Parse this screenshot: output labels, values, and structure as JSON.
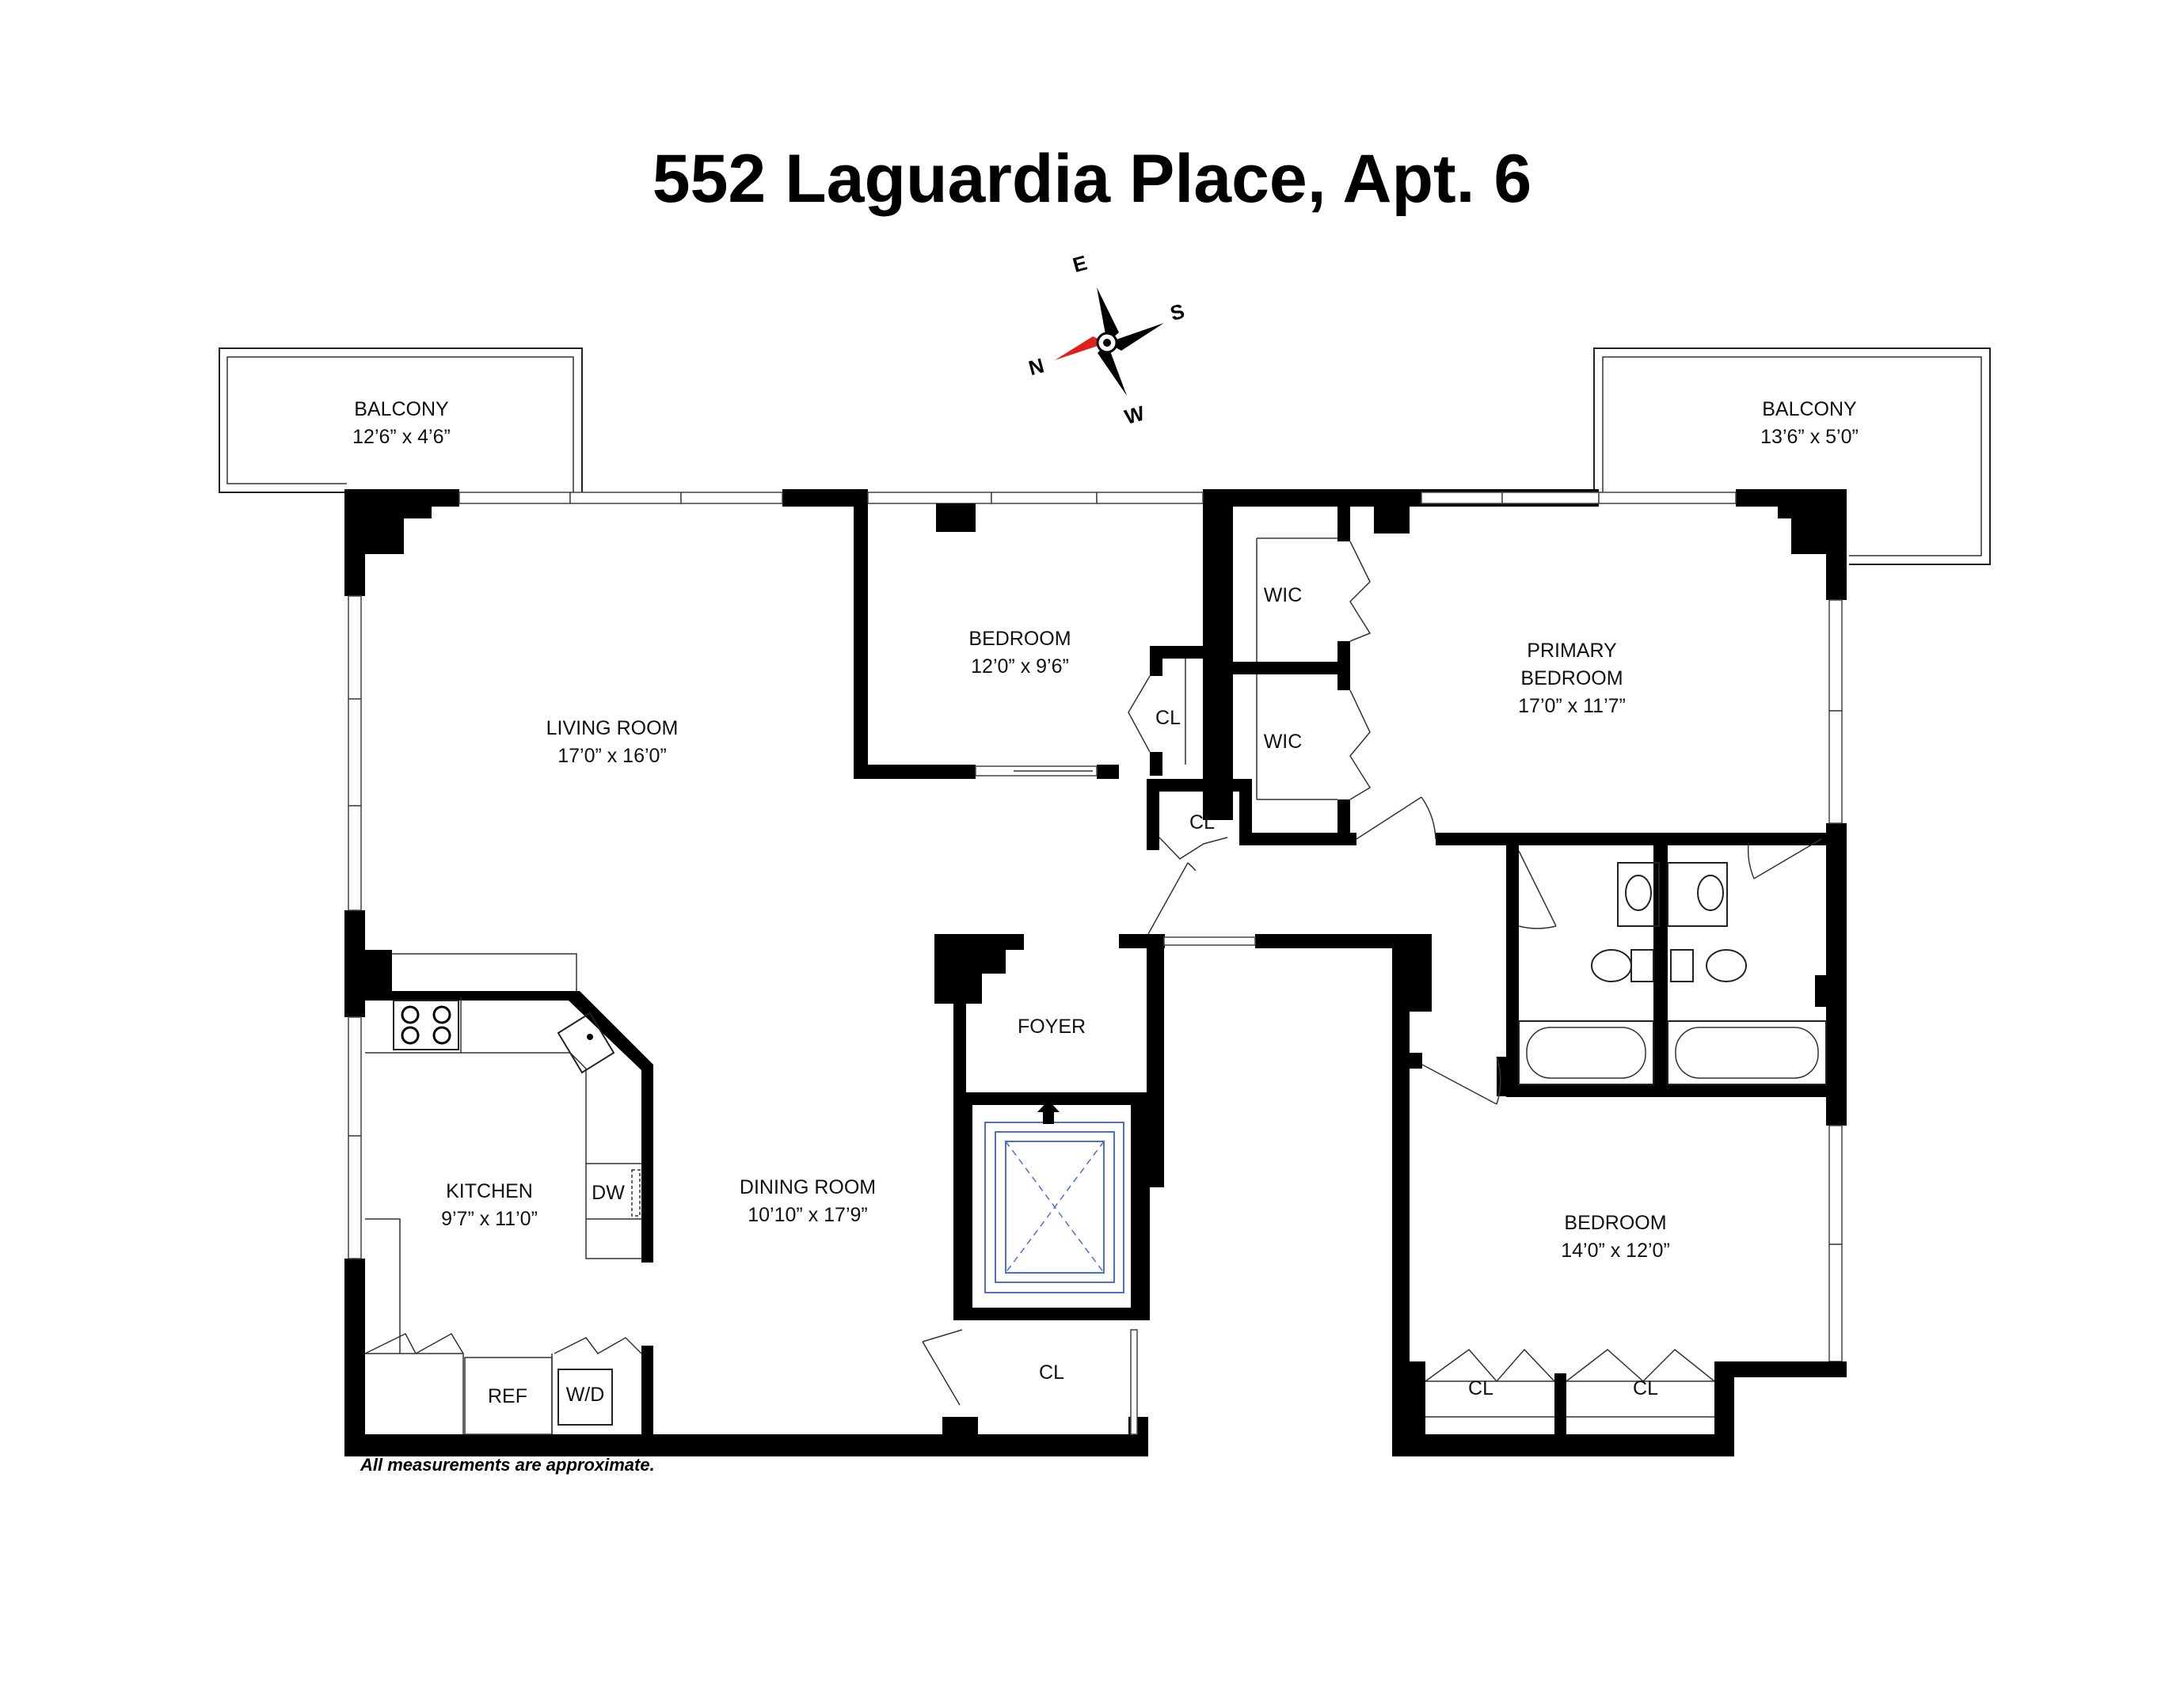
{
  "title": "552 Laguardia Place, Apt. 6",
  "compass": {
    "north": "N",
    "east": "E",
    "south": "S",
    "west": "W",
    "north_color": "#e0201c"
  },
  "rooms": {
    "balcony_left": {
      "name": "BALCONY",
      "size": "12’6” x 4’6”"
    },
    "balcony_right": {
      "name": "BALCONY",
      "size": "13’6” x 5’0”"
    },
    "living_room": {
      "name": "LIVING ROOM",
      "size": "17’0” x 16’0”"
    },
    "bedroom_small": {
      "name": "BEDROOM",
      "size": "12’0” x 9’6”"
    },
    "primary_bedroom": {
      "name_line1": "PRIMARY",
      "name_line2": "BEDROOM",
      "size": "17’0” x 11’7”"
    },
    "kitchen": {
      "name": "KITCHEN",
      "size": "9’7” x 11’0”"
    },
    "dining_room": {
      "name": "DINING ROOM",
      "size": "10’10” x 17’9”"
    },
    "foyer": {
      "name": "FOYER"
    },
    "bedroom_large": {
      "name": "BEDROOM",
      "size": "14’0” x 12’0”"
    }
  },
  "fixtures": {
    "wic_upper": "WIC",
    "wic_lower": "WIC",
    "cl_bedroom": "CL",
    "cl_hall": "CL",
    "cl_foyer": "CL",
    "cl_bedroom_left": "CL",
    "cl_bedroom_right": "CL",
    "dw": "DW",
    "ref": "REF",
    "wd": "W/D"
  },
  "note": "All measurements are approximate."
}
